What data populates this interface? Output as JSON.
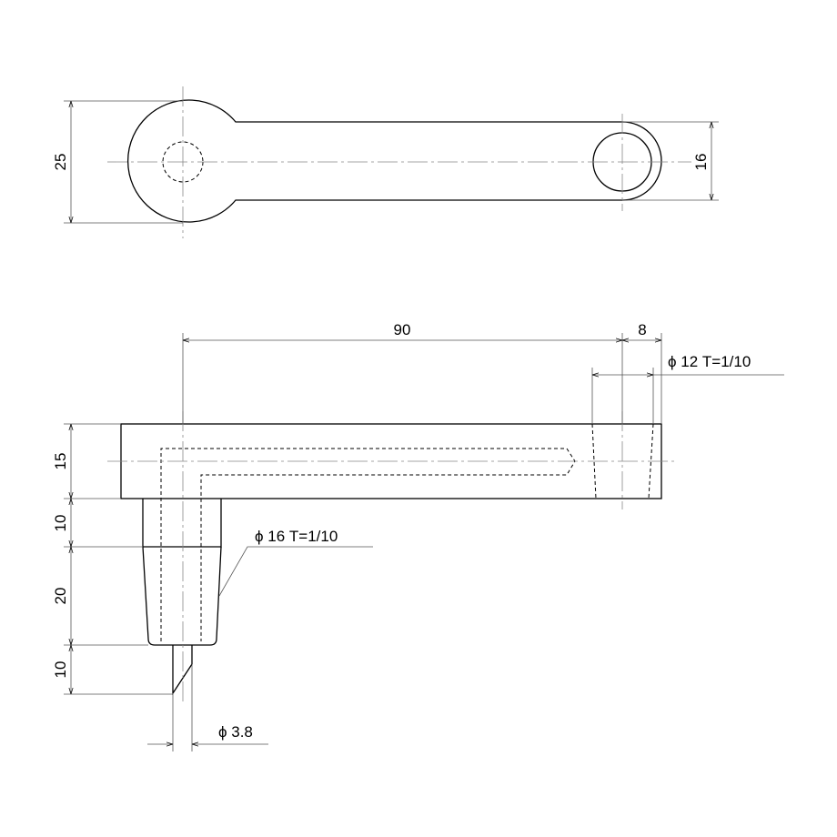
{
  "top_view": {
    "dim_left": "25",
    "dim_right": "16"
  },
  "side_view": {
    "dim_length": "90",
    "dim_end": "8",
    "note_small_bore": "ϕ 12 T=1/10",
    "note_large_bore": "ϕ 16 T=1/10",
    "dim_side_15": "15",
    "dim_side_10_upper": "10",
    "dim_side_20": "20",
    "dim_side_10_lower": "10",
    "dim_tip": "ϕ 3.8"
  }
}
